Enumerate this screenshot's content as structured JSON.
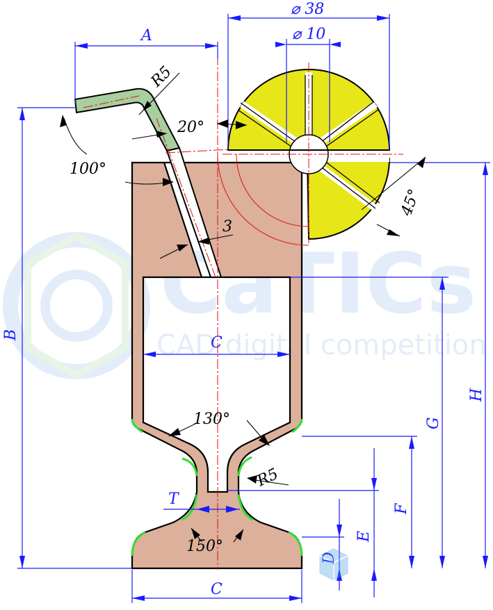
{
  "dimensions": {
    "outer_dia": "⌀ 38",
    "inner_dia": "⌀ 10",
    "a": "A",
    "b": "B",
    "c_top": "C",
    "c_bottom": "C",
    "d": "D",
    "e": "E",
    "f": "F",
    "g": "G",
    "h": "H",
    "t": "T",
    "r5_straw": "R5",
    "r5_stem": "R5",
    "angle_20": "20°",
    "angle_100": "100°",
    "thickness_3": "3",
    "angle_45": "45°",
    "angle_130": "130°",
    "angle_150": "150°"
  },
  "watermark": {
    "brand": "CaTICs",
    "tagline": "CAD digital competition"
  },
  "colors": {
    "glass": "#dcb09a",
    "lemon": "#e6e619",
    "straw": "#a8cf9e",
    "dimension": "#1a1aff",
    "centerline": "#e01010",
    "fillet": "#33dd33"
  }
}
